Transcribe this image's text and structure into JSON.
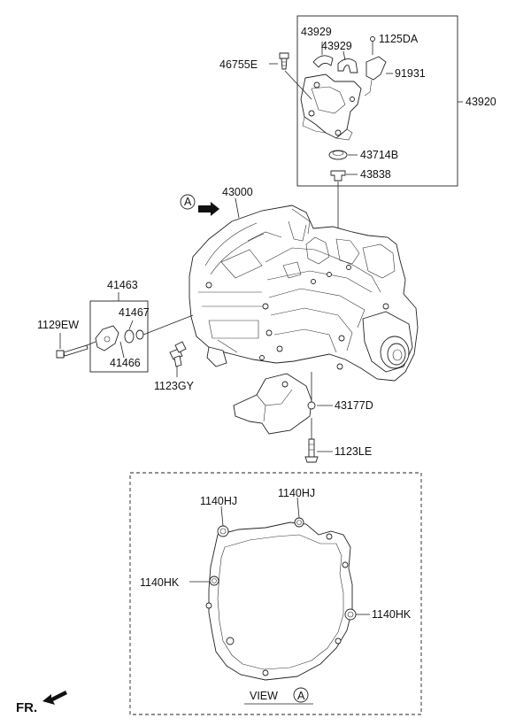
{
  "labels": {
    "p43929a": "43929",
    "p43929b": "43929",
    "p1125DA": "1125DA",
    "p46755E": "46755E",
    "p91931": "91931",
    "p43920": "43920",
    "p43714B": "43714B",
    "p43838": "43838",
    "p43000": "43000",
    "p41463": "41463",
    "p41467": "41467",
    "p1129EW": "1129EW",
    "p41466": "41466",
    "p1123GY": "1123GY",
    "p43177D": "43177D",
    "p1123LE": "1123LE",
    "p1140HJa": "1140HJ",
    "p1140HJb": "1140HJ",
    "p1140HKa": "1140HK",
    "p1140HKb": "1140HK"
  },
  "markers": {
    "view_ref": "A",
    "view_text": "VIEW",
    "view_ref_circle": "A",
    "front": "FR."
  }
}
